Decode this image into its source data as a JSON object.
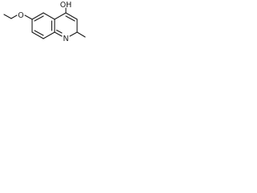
{
  "molecule": {
    "atom_labels": {
      "oxygen": "O",
      "hydroxyl": "OH",
      "nitrogen": "N"
    },
    "bond_color": "#1a1a1a",
    "background": "#ffffff"
  }
}
